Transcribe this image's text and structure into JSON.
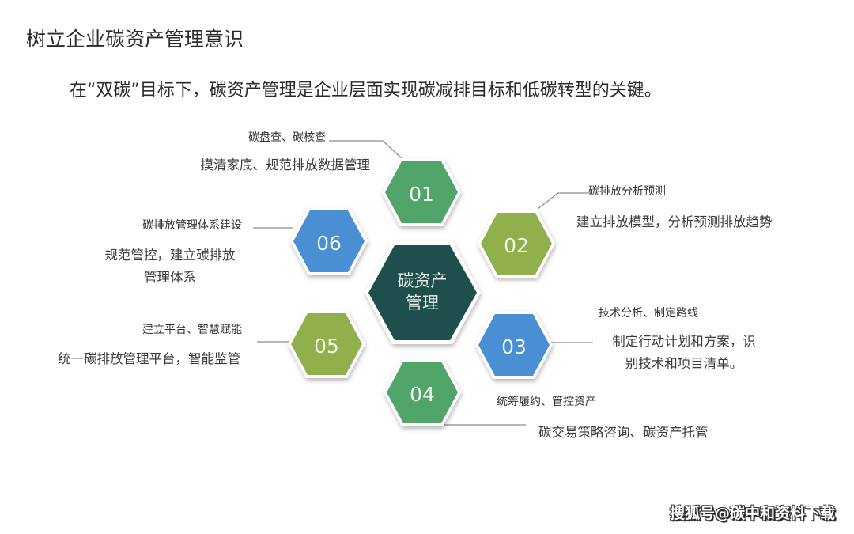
{
  "title": "树立企业碳资产管理意识",
  "subtitle": "在“双碳”目标下，碳资产管理是企业层面实现碳减排目标和低碳转型的关键。",
  "center": {
    "line1": "碳资产",
    "line2": "管理",
    "color": "#1e4f4c"
  },
  "items": [
    {
      "num": "01",
      "heading": "碳盘查、碳核查",
      "desc": [
        "摸清家底、规范排放数据管理"
      ],
      "color": "#52a56a"
    },
    {
      "num": "02",
      "heading": "碳排放分析预测",
      "desc": [
        "建立排放模型，分析预测排放趋势"
      ],
      "color": "#8fb04a"
    },
    {
      "num": "03",
      "heading": "技术分析、制定路线",
      "desc": [
        "制定行动计划和方案，识",
        "别技术和项目清单。"
      ],
      "color": "#4a8fd4"
    },
    {
      "num": "04",
      "heading": "统筹履约、管控资产",
      "desc": [
        "碳交易策略咨询、碳资产托管"
      ],
      "color": "#52a56a"
    },
    {
      "num": "05",
      "heading": "建立平台、智慧赋能",
      "desc": [
        "统一碳排放管理平台，智能监管"
      ],
      "color": "#8fb04a"
    },
    {
      "num": "06",
      "heading": "碳排放管理体系建设",
      "desc": [
        "规范管控，建立碳排放",
        "管理体系"
      ],
      "color": "#4a8fd4"
    }
  ],
  "watermark": "搜狐号@碳中和资料下载"
}
